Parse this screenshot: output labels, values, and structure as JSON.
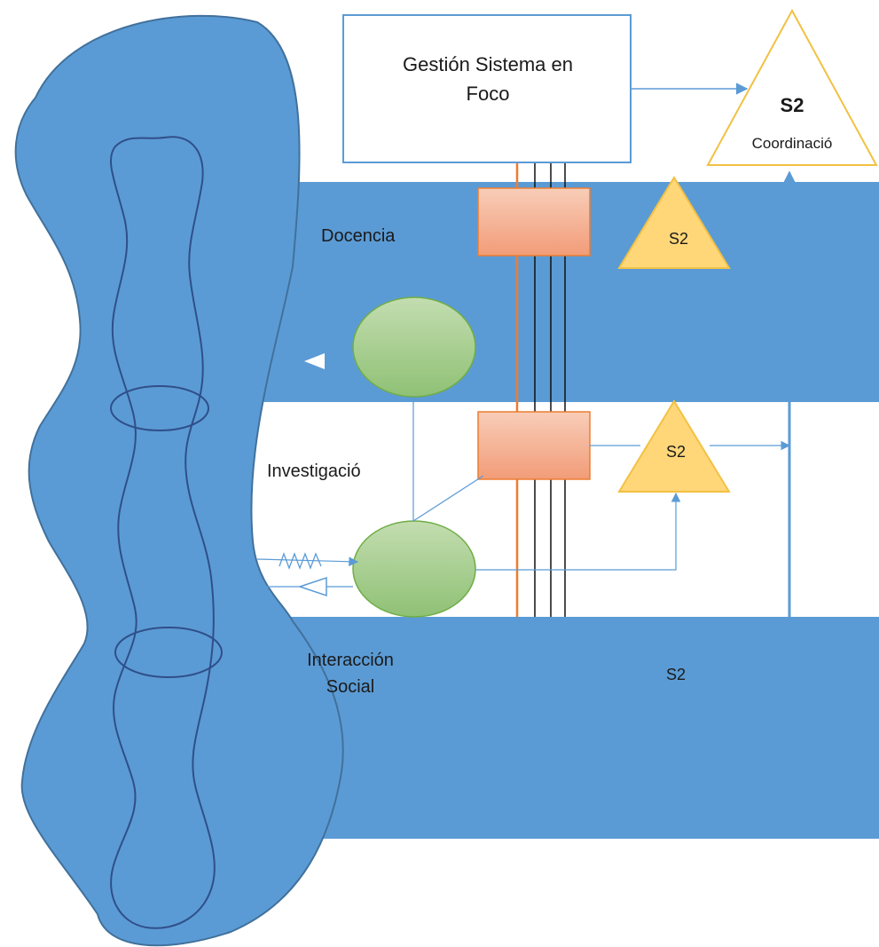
{
  "colors": {
    "band": "#5b9bd5",
    "band_dark": "#41719c",
    "s2_fill": "#ffd779",
    "s2_stroke": "#f2c144",
    "coord_stroke": "#f2c144",
    "green_fill_top": "#b9d8a3",
    "green_fill_bottom": "#92c47a",
    "green_stroke": "#70ad47",
    "orange_top": "#f6c4ad",
    "orange_bottom": "#f4a07f",
    "orange_stroke": "#ed7d31",
    "box_stroke": "#5b9bd5"
  },
  "management": {
    "line1": "Gestión Sistema en",
    "line2": "Foco"
  },
  "coordination": {
    "title": "S2",
    "subtitle": "Coordinació"
  },
  "operations": [
    {
      "label_lines": [
        "Docencia"
      ],
      "s2": "S2"
    },
    {
      "label_lines": [
        "Investigació"
      ],
      "s2": "S2"
    },
    {
      "label_lines": [
        "Interacción",
        "Social"
      ],
      "s2": "S2"
    }
  ],
  "icons": {
    "environment": "environment-blob-icon",
    "operation_unit": "operation-circle-icon",
    "management_unit": "management-rectangle-icon",
    "coordination": "coordination-triangle-icon",
    "amplifier": "amplifier-triangle-icon",
    "filter": "oscillation-zigzag-icon"
  }
}
